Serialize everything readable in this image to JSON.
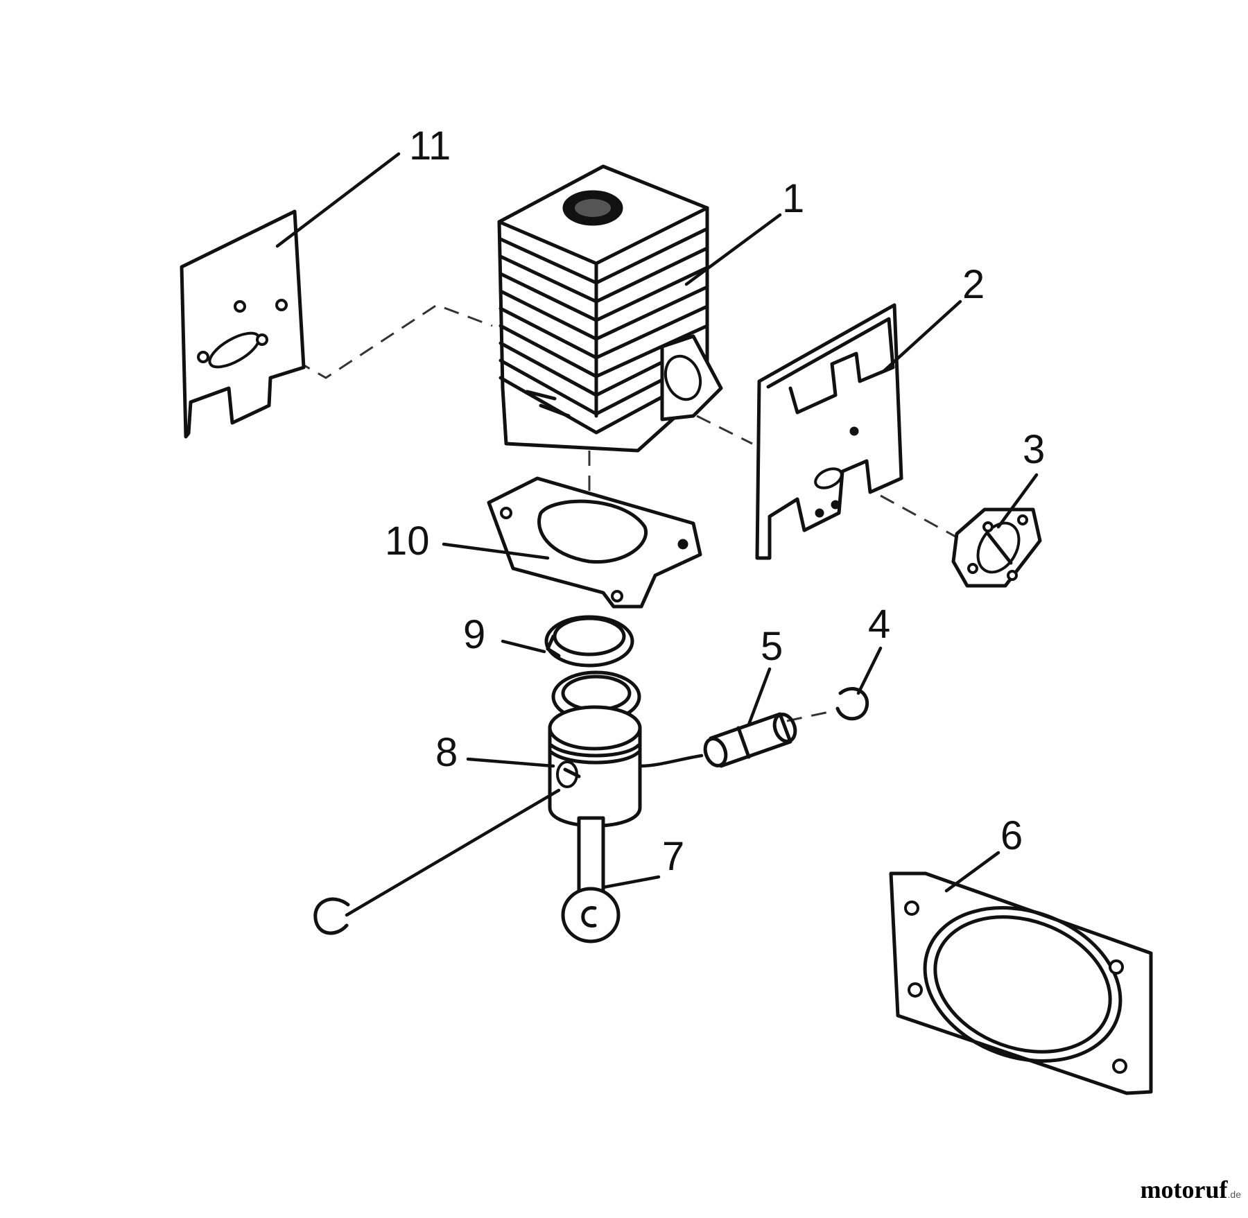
{
  "diagram": {
    "callouts": [
      "1",
      "2",
      "3",
      "4",
      "5",
      "6",
      "7",
      "8",
      "9",
      "10",
      "11"
    ]
  },
  "watermark": {
    "brand": "motoruf",
    "tld": ".de"
  }
}
